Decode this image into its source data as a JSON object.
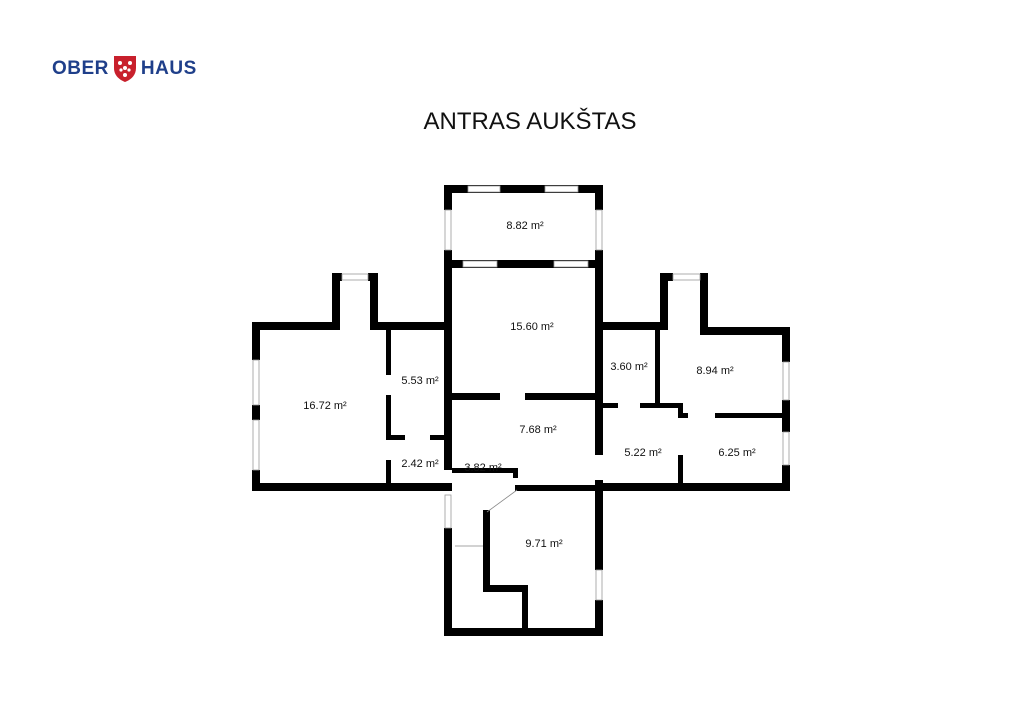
{
  "brand": {
    "left": "OBER",
    "right": "HAUS",
    "color": "#1f3f8a",
    "shield_color": "#c8202c"
  },
  "title": "ANTRAS AUKŠTAS",
  "rooms": [
    {
      "id": "r1",
      "area": "8.82 m²"
    },
    {
      "id": "r2",
      "area": "15.60 m²"
    },
    {
      "id": "r3",
      "area": "16.72 m²"
    },
    {
      "id": "r4",
      "area": "5.53 m²"
    },
    {
      "id": "r5",
      "area": "2.42 m²"
    },
    {
      "id": "r6",
      "area": "7.68 m²"
    },
    {
      "id": "r7",
      "area": "3.82 m²"
    },
    {
      "id": "r8",
      "area": "9.71 m²"
    },
    {
      "id": "r9",
      "area": "3.60 m²"
    },
    {
      "id": "r10",
      "area": "8.94 m²"
    },
    {
      "id": "r11",
      "area": "5.22 m²"
    },
    {
      "id": "r12",
      "area": "6.25 m²"
    }
  ]
}
